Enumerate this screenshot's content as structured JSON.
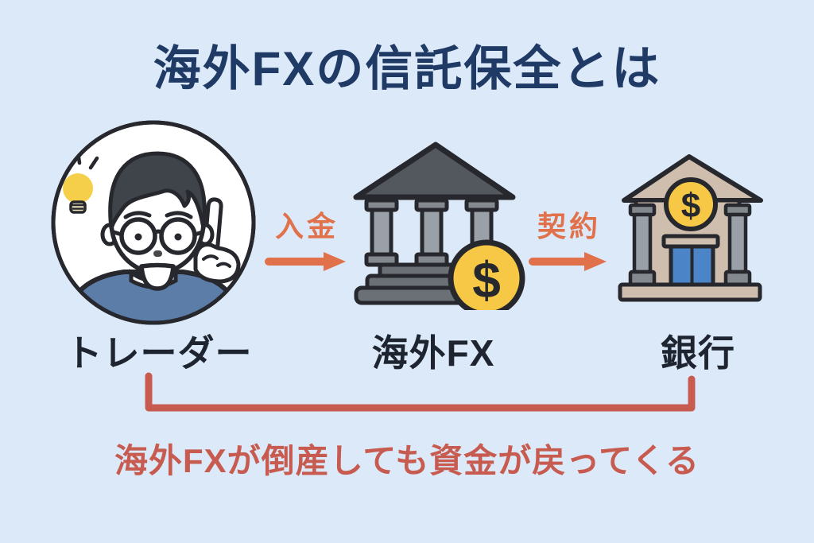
{
  "title": "海外FXの信託保全とは",
  "flow": {
    "nodes": [
      {
        "id": "trader",
        "label": "トレーダー",
        "icon": "trader-avatar-icon"
      },
      {
        "id": "overseas-fx",
        "label": "海外FX",
        "icon": "overseas-fx-building-icon"
      },
      {
        "id": "bank",
        "label": "銀行",
        "icon": "bank-building-icon"
      }
    ],
    "arrows": [
      {
        "id": "deposit",
        "label": "入金"
      },
      {
        "id": "contract",
        "label": "契約"
      }
    ]
  },
  "coin_symbol": "$",
  "note": "海外FXが倒産しても資金が戻ってくる",
  "colors": {
    "background": "#dce9f8",
    "title_text": "#203a66",
    "node_label_text": "#1e2531",
    "arrow_accent": "#e0714b",
    "note_accent": "#c75b50",
    "outline_dark": "#26282d",
    "coin_yellow": "#f6c845",
    "building_gray": "#53575e",
    "column_gray": "#9aa0a8",
    "base_gray": "#6b6f76",
    "bank_tan": "#cfbdae",
    "door_blue": "#4b85c7",
    "shirt_blue": "#5b7da8",
    "hair_dark": "#3f444b",
    "bulb_yellow": "#f5cf4a"
  }
}
